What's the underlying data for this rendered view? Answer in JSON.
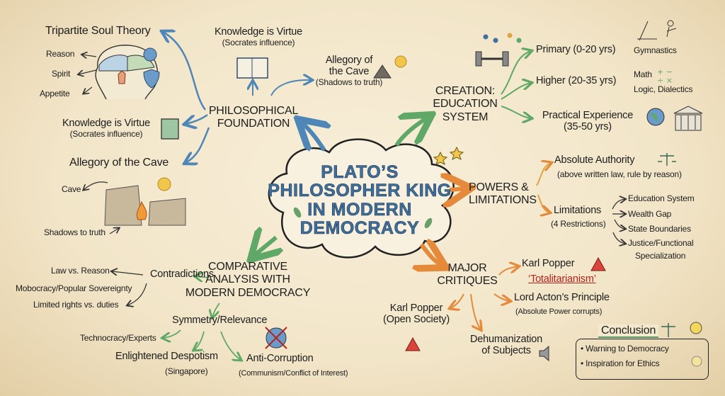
{
  "center": {
    "lines": [
      "PLATO’S",
      "PHILOSOPHER KING",
      "IN MODERN",
      "DEMOCRACY"
    ]
  },
  "foundation": {
    "title": [
      "PHILOSOPHICAL",
      "FOUNDATION"
    ],
    "tripartite": {
      "title": "Tripartite Soul Theory",
      "parts": [
        "Reason",
        "Spirit",
        "Appetite"
      ]
    },
    "knowledge_top": {
      "title": "Knowledge is Virtue",
      "sub": "(Socrates influence)"
    },
    "allegory_top": {
      "title": [
        "Allegory of",
        "the Cave"
      ],
      "sub": "(Shadows to truth)"
    },
    "knowledge_left": {
      "title": "Knowledge is Virtue",
      "sub": "(Socrates influence)"
    },
    "allegory_left": {
      "title": "Allegory of the Cave",
      "cave": "Cave",
      "shadows": "Shadows to truth"
    }
  },
  "education": {
    "title": [
      "CREATION:",
      "EDUCATION",
      "SYSTEM"
    ],
    "primary": {
      "label": "Primary (0-20 yrs)",
      "detail": "Gymnastics"
    },
    "higher": {
      "label": "Higher (20-35 yrs)",
      "detail1": "Math",
      "detail2": "Logic, Dialectics"
    },
    "practical": {
      "label": "Practical Experience",
      "sub": "(35-50 yrs)"
    }
  },
  "powers": {
    "title": [
      "POWERS &",
      "LIMITATIONS"
    ],
    "authority": {
      "label": "Absolute Authority",
      "sub": "(above written law, rule by reason)"
    },
    "limitations": {
      "label": "Limitations",
      "sub": "(4 Restrictions)",
      "items": [
        "Education System",
        "Wealth Gap",
        "State Boundaries",
        "Justice/Functional",
        "Specialization"
      ]
    }
  },
  "critiques": {
    "title": [
      "MAJOR",
      "CRITIQUES"
    ],
    "popper1": {
      "label": "Karl Popper",
      "sub": "‘Totalitarianism’"
    },
    "acton": {
      "label": "Lord Acton’s Principle",
      "sub": "(Absolute Power corrupts)"
    },
    "popper2": {
      "label": "Karl Popper",
      "sub": "(Open Society)"
    },
    "dehuman": {
      "lines": [
        "Dehumanization",
        "of Subjects"
      ]
    }
  },
  "comparative": {
    "title": [
      "COMPARATIVE",
      "ANALYSIS WITH",
      "MODERN DEMOCRACY"
    ],
    "contradictions": {
      "label": "Contradictions",
      "items": [
        "Law vs. Reason",
        "Mobocracy/Popular Sovereignty",
        "Limited rights vs. duties"
      ]
    },
    "symmetry": {
      "label": "Symmetry/Relevance",
      "technocracy": "Technocracy/Experts",
      "despotism": "Enlightened Despotism",
      "despotism_sub": "(Singapore)",
      "anticorruption": "Anti-Corruption",
      "anticorruption_sub": "(Communism/Conflict of Interest)"
    }
  },
  "conclusion": {
    "title": "Conclusion",
    "items": [
      "Warning to Democracy",
      "Inspiration for Ethics"
    ]
  },
  "colors": {
    "blue": "#4f86b8",
    "green": "#5fa867",
    "orange": "#e58a3a",
    "title": "#3f6f9c",
    "red": "#b3221c"
  }
}
